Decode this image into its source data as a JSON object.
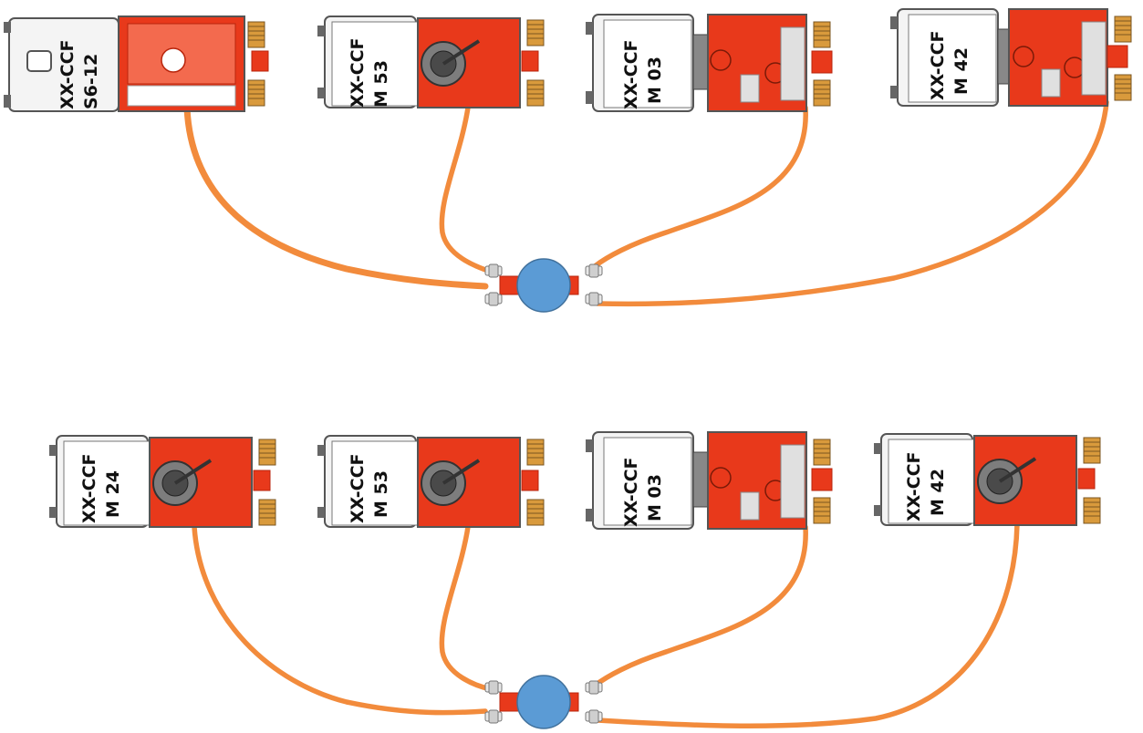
{
  "colors": {
    "truck_red": "#e8391b",
    "truck_dark": "#b8250c",
    "cab_white": "#f4f4f4",
    "outline": "#555555",
    "hose": "#f28b3c",
    "reel": "#d99a3c",
    "collector": "#5b9bd5"
  },
  "top_row": {
    "trucks": [
      {
        "type": "tanker",
        "line1": "XX-CCF",
        "line2": "S6-12"
      },
      {
        "type": "monitor",
        "line1": "XX-CCF",
        "line2": "M 53"
      },
      {
        "type": "pumper",
        "line1": "XX-CCF",
        "line2": "M 03"
      },
      {
        "type": "pumper",
        "line1": "XX-CCF",
        "line2": "M 42"
      }
    ],
    "collector": {
      "icon": "blue-circle-collector"
    }
  },
  "bottom_row": {
    "trucks": [
      {
        "type": "monitor",
        "line1": "XX-CCF",
        "line2": "M 24"
      },
      {
        "type": "monitor",
        "line1": "XX-CCF",
        "line2": "M 53"
      },
      {
        "type": "pumper",
        "line1": "XX-CCF",
        "line2": "M 03"
      },
      {
        "type": "monitor",
        "line1": "XX-CCF",
        "line2": "M 42"
      }
    ],
    "collector": {
      "icon": "blue-circle-collector"
    }
  }
}
